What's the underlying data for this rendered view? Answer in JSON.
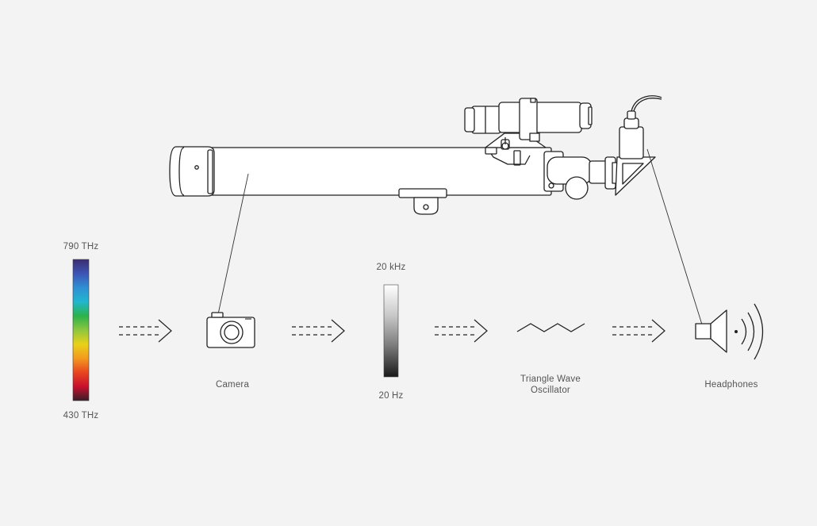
{
  "colors": {
    "background": "#f3f3f3",
    "stroke": "#222222",
    "label": "#555555",
    "spectrum": [
      "#3a2d6e",
      "#3d54b5",
      "#2f8fd4",
      "#21b6cf",
      "#2bb24c",
      "#8cc63f",
      "#e8d21a",
      "#f29a1e",
      "#e8461e",
      "#c8102e",
      "#3a1c2a"
    ],
    "grayscale": [
      "#ffffff",
      "#c8c8c8",
      "#7a7a7a",
      "#1a1a1a"
    ]
  },
  "icons": [
    "telescope-icon",
    "finderscope-icon",
    "camera-icon",
    "triangle-wave-icon",
    "speaker-icon",
    "arrow-icon"
  ],
  "spectrum": {
    "top_label": "790 THz",
    "bottom_label": "430 THz"
  },
  "audio_scale": {
    "top_label": "20 kHz",
    "bottom_label": "20 Hz"
  },
  "camera": {
    "label": "Camera"
  },
  "oscillator": {
    "label_line1": "Triangle Wave",
    "label_line2": "Oscillator"
  },
  "headphones": {
    "label": "Headphones"
  }
}
